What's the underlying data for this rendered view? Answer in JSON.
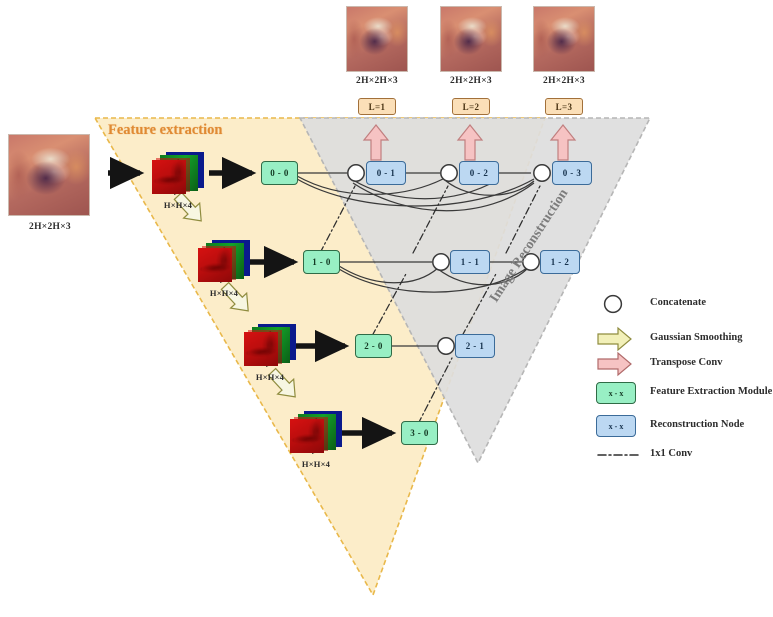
{
  "figure": {
    "type": "neural-network-architecture-diagram",
    "zones": [
      {
        "id": "feature-extraction",
        "title": "Feature extraction",
        "fill": "#fcedc9",
        "stroke": "#e9b84a",
        "title_color": "#e08a33"
      },
      {
        "id": "image-reconstruction",
        "title": "Image Reconstruction",
        "fill": "#dedede",
        "stroke": "#b6b6b6",
        "title_color": "#7c7c7c"
      }
    ]
  },
  "input": {
    "label": "2H×2H×3",
    "name": "input-image"
  },
  "outputs": [
    {
      "label": "2H×2H×3",
      "level": "L=1"
    },
    {
      "label": "2H×2H×3",
      "level": "L=2"
    },
    {
      "label": "2H×2H×3",
      "level": "L=3"
    }
  ],
  "feature_maps": [
    {
      "label": "H×H×4"
    },
    {
      "label": "H×H×4"
    },
    {
      "label": "H×H×4"
    },
    {
      "label": "H×H×4"
    }
  ],
  "nodes": {
    "feature_extraction_modules": [
      {
        "id": "0-0",
        "label": "0 - 0"
      },
      {
        "id": "1-0",
        "label": "1 - 0"
      },
      {
        "id": "2-0",
        "label": "2 - 0"
      },
      {
        "id": "3-0",
        "label": "3 - 0"
      }
    ],
    "reconstruction_nodes": [
      {
        "id": "0-1",
        "label": "0 - 1"
      },
      {
        "id": "0-2",
        "label": "0 - 2"
      },
      {
        "id": "0-3",
        "label": "0 - 3"
      },
      {
        "id": "1-1",
        "label": "1 - 1"
      },
      {
        "id": "1-2",
        "label": "1 - 2"
      },
      {
        "id": "2-1",
        "label": "2 - 1"
      }
    ]
  },
  "legend": {
    "items": [
      {
        "key": "concatenate",
        "label": "Concatenate",
        "glyph": "circle",
        "color": "#ffffff",
        "stroke": "#3a3a3a"
      },
      {
        "key": "gaussian-smoothing",
        "label": "Gaussian Smoothing",
        "glyph": "block-arrow",
        "color": "#f2f0b9",
        "stroke": "#8f8c3f"
      },
      {
        "key": "transpose-conv",
        "label": "Transpose Conv",
        "glyph": "block-arrow",
        "color": "#f6c3c3",
        "stroke": "#b06a6a"
      },
      {
        "key": "feature-extraction-module",
        "label": "Feature Extraction Module",
        "glyph": "box",
        "box_label": "x - x",
        "color": "#98efc4",
        "stroke": "#2f6b46"
      },
      {
        "key": "reconstruction-node",
        "label": "Reconstruction Node",
        "glyph": "box",
        "box_label": "x - x",
        "color": "#bcd8f2",
        "stroke": "#3b6b99"
      },
      {
        "key": "1x1-conv",
        "label": "1x1 Conv",
        "glyph": "dash-dot-line",
        "color": "#2d2d2d",
        "stroke": "#2d2d2d"
      }
    ]
  },
  "colors": {
    "feature_zone": "#fcedc9",
    "reconstruction_zone": "#dedede",
    "feature_node": "#98efc4",
    "reconstruction_node": "#bcd8f2",
    "level_box": "#fbdfb8",
    "transpose_arrow": "#f6c3c3",
    "gaussian_arrow": "#f2f0b9",
    "edge": "#3a3a3a"
  }
}
